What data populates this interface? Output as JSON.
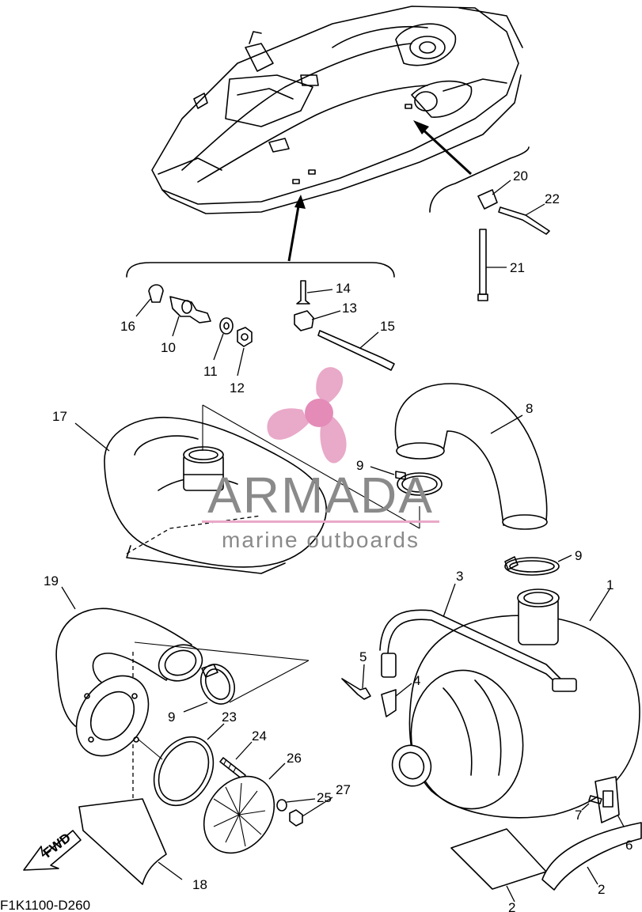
{
  "diagram_code": "F1K1100-D260",
  "fwd_label": "FWD",
  "watermark": {
    "brand": "ARMADA",
    "tagline": "marine outboards"
  },
  "parts": [
    {
      "ref": "1",
      "name": "muffler"
    },
    {
      "ref": "2",
      "name": "heat-shield-a"
    },
    {
      "ref": "2",
      "name": "heat-shield-b"
    },
    {
      "ref": "3",
      "name": "muffler-band"
    },
    {
      "ref": "4",
      "name": "band-bracket"
    },
    {
      "ref": "5",
      "name": "bracket-bolt"
    },
    {
      "ref": "6",
      "name": "muffler-bracket"
    },
    {
      "ref": "7",
      "name": "bracket-screw"
    },
    {
      "ref": "8",
      "name": "exhaust-hose"
    },
    {
      "ref": "9",
      "name": "hose-clamp-a"
    },
    {
      "ref": "9",
      "name": "hose-clamp-b"
    },
    {
      "ref": "9",
      "name": "hose-clamp-c"
    },
    {
      "ref": "10",
      "name": "drain-fitting"
    },
    {
      "ref": "11",
      "name": "washer"
    },
    {
      "ref": "12",
      "name": "nut"
    },
    {
      "ref": "13",
      "name": "holder"
    },
    {
      "ref": "14",
      "name": "rivet"
    },
    {
      "ref": "15",
      "name": "cable-tie"
    },
    {
      "ref": "16",
      "name": "hose-clip"
    },
    {
      "ref": "17",
      "name": "water-lock"
    },
    {
      "ref": "18",
      "name": "heat-shield"
    },
    {
      "ref": "19",
      "name": "exhaust-pipe"
    },
    {
      "ref": "20",
      "name": "holder-b"
    },
    {
      "ref": "21",
      "name": "cable-tie-b"
    },
    {
      "ref": "22",
      "name": "rivet-b"
    },
    {
      "ref": "23",
      "name": "gasket"
    },
    {
      "ref": "24",
      "name": "stud-bolt"
    },
    {
      "ref": "25",
      "name": "washer-b"
    },
    {
      "ref": "26",
      "name": "plate"
    },
    {
      "ref": "27",
      "name": "nut-b"
    }
  ]
}
